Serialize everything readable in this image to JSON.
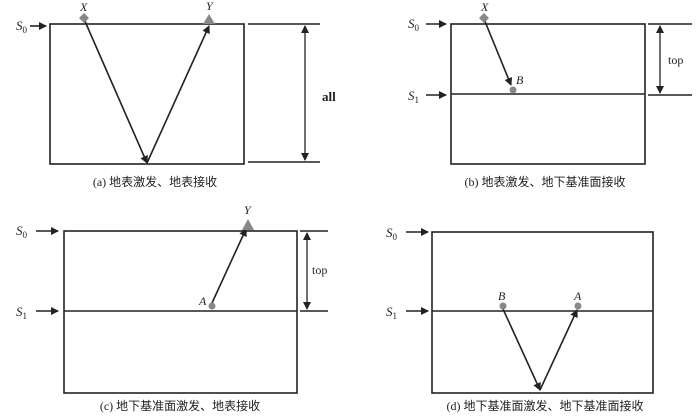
{
  "panels": {
    "a": {
      "caption": "(a) 地表激发、地表接收",
      "source": "X",
      "receiver": "Y",
      "surface0": "S",
      "sub0": "0",
      "dimension": "all"
    },
    "b": {
      "caption": "(b) 地表激发、地下基准面接收",
      "source": "X",
      "receiver": "B",
      "surface0": "S",
      "sub0": "0",
      "surface1": "S",
      "sub1": "1",
      "dimension": "top"
    },
    "c": {
      "caption": "(c) 地下基准面激发、地表接收",
      "source": "A",
      "receiver": "Y",
      "surface0": "S",
      "sub0": "0",
      "surface1": "S",
      "sub1": "1",
      "dimension": "top"
    },
    "d": {
      "caption": "(d) 地下基准面激发、地下基准面接收",
      "source": "B",
      "receiver": "A",
      "surface0": "S",
      "sub0": "0",
      "surface1": "S",
      "sub1": "1"
    }
  },
  "colors": {
    "marker": "#888888",
    "line": "#222222"
  }
}
